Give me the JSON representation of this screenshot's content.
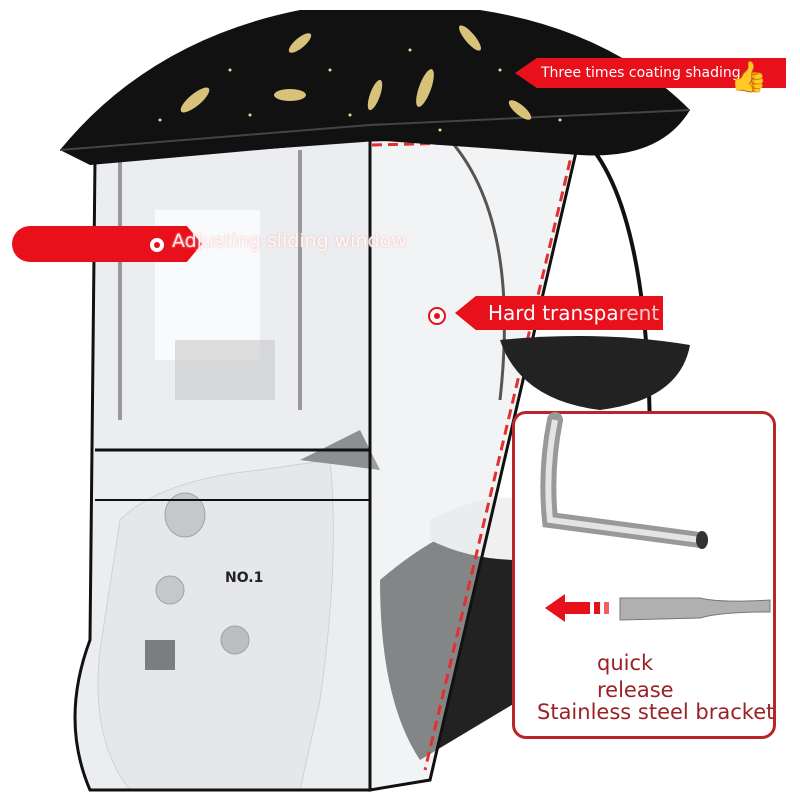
{
  "callouts": {
    "canopy": "Three times coating shading",
    "window": "Adjusting sliding window",
    "plate_main": "Hard transpa",
    "plate_rest": "rent plate"
  },
  "detail_panel": {
    "quick_release": "quick release",
    "bracket": "Stainless steel bracket"
  },
  "scooter_badge": "NO.1",
  "colors": {
    "accent": "#e8101a",
    "detail_border": "#b8262a",
    "detail_text": "#9a2125",
    "canopy": "#111111",
    "pattern": "#d8c27a"
  }
}
